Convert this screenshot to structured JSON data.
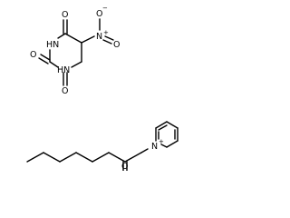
{
  "molecule_1": {
    "name": "5-nitrobarbituric acid",
    "atoms": {
      "O_top": "O",
      "O_left": "O",
      "O_bottom": "O",
      "N_ring_top": "HN",
      "N_ring_bottom": "HN",
      "N_nitro": "N",
      "N_nitro_charge": "+",
      "O_nitro_1": "O",
      "O_nitro_1_charge": "−",
      "O_nitro_2": "O"
    }
  },
  "molecule_2": {
    "name": "1-(2-oxooctyl)pyridinium",
    "atoms": {
      "O_ketone": "O",
      "N_pyridinium": "N",
      "N_pyridinium_charge": "+"
    }
  },
  "colors": {
    "bond": "#000000",
    "text": "#000000",
    "background": "#ffffff"
  }
}
